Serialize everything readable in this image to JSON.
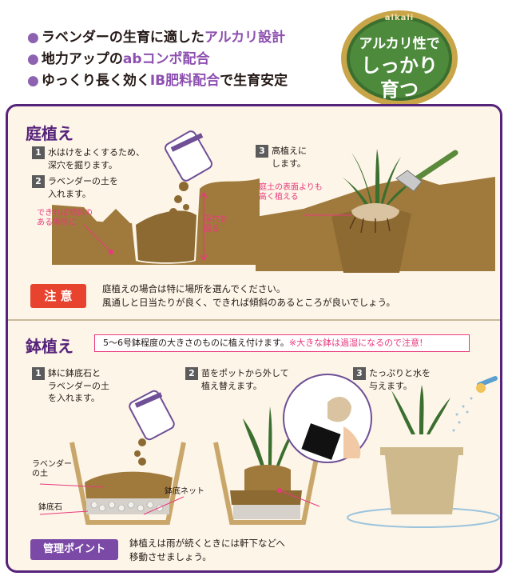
{
  "features": [
    {
      "pre": "ラベンダーの生育に適した",
      "hl": "アルカリ設計",
      "post": ""
    },
    {
      "pre": "地力アップの",
      "hl": "abコンポ配合",
      "post": ""
    },
    {
      "pre": "ゆっくり長く効く",
      "hl": "IB肥料配合",
      "post": "で生育安定"
    }
  ],
  "badge": {
    "top": "alkali",
    "line1": "アルカリ性で",
    "line2": "しっかり",
    "line3": "育つ"
  },
  "garden": {
    "title": "庭植え",
    "steps": [
      {
        "num": "1",
        "line1": "水はけをよくするため、",
        "line2": "深穴を掘ります。"
      },
      {
        "num": "2",
        "line1": "ラベンダーの土を",
        "line2": "入れます。"
      },
      {
        "num": "3",
        "line1": "高植えに",
        "line2": "します。"
      }
    ],
    "slope_label": [
      "できれば傾斜の",
      "ある場所に"
    ],
    "dig_label": [
      "深穴を",
      "掘る"
    ],
    "raised_label": [
      "庭土の表面よりも",
      "高く植える"
    ]
  },
  "caution": {
    "label": "注 意",
    "lines": [
      "庭植えの場合は特に場所を選んでください。",
      "風通しと日当たりが良く、できれば傾斜のあるところが良いでしょう。"
    ]
  },
  "pot": {
    "title": "鉢植え",
    "note": "5〜6号鉢程度の大きさのものに植え付けます。",
    "note_warn": "※大きな鉢は過湿になるので注意!",
    "steps": [
      {
        "num": "1",
        "line1": "鉢に鉢底石と",
        "line2": "ラベンダーの土",
        "line3": "を入れます。"
      },
      {
        "num": "2",
        "line1": "苗をポットから外して",
        "line2": "植え替えます。"
      },
      {
        "num": "3",
        "line1": "たっぷりと水を",
        "line2": "与えます。"
      }
    ],
    "soil_label": [
      "ラベンダー",
      "の土"
    ],
    "stone_label": "鉢底石",
    "net_label": "鉢底ネット"
  },
  "point": {
    "label": "管理ポイント",
    "lines": [
      "鉢植えは雨が続くときには軒下などへ",
      "移動させましょう。"
    ]
  },
  "colors": {
    "purple": "#56237a",
    "soil": "#a07a3c",
    "pink": "#e8397d",
    "red": "#e8432f"
  }
}
